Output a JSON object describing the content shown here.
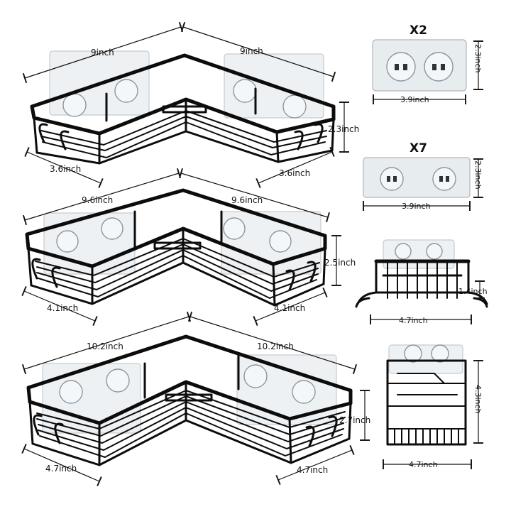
{
  "shelf_small": {
    "length_left": "9inch",
    "length_right": "9inch",
    "depth_left": "3.6inch",
    "depth_right": "3.6inch",
    "height": "2.3inch"
  },
  "shelf_medium": {
    "length_left": "9.6inch",
    "length_right": "9.6inch",
    "depth_left": "4.1inch",
    "depth_right": "4.1inch",
    "height": "2.5inch"
  },
  "shelf_large": {
    "length_left": "10.2inch",
    "length_right": "10.2inch",
    "depth_left": "4.7inch",
    "depth_right": "4.7inch",
    "height": "2.7inch"
  },
  "adhesive_pad_square": {
    "quantity": "X2",
    "width": "3.9inch",
    "height": "2.3inch"
  },
  "adhesive_pad_wide": {
    "quantity": "X7",
    "width": "3.9inch",
    "height": "2.3inch"
  },
  "soap_holder": {
    "width": "4.7inch",
    "height": "1.4inch"
  },
  "toothbrush_holder": {
    "width": "4.7inch",
    "height": "4.3inch"
  },
  "colors": {
    "metal": "#0c0c0c",
    "pad": "#e7ecef"
  }
}
